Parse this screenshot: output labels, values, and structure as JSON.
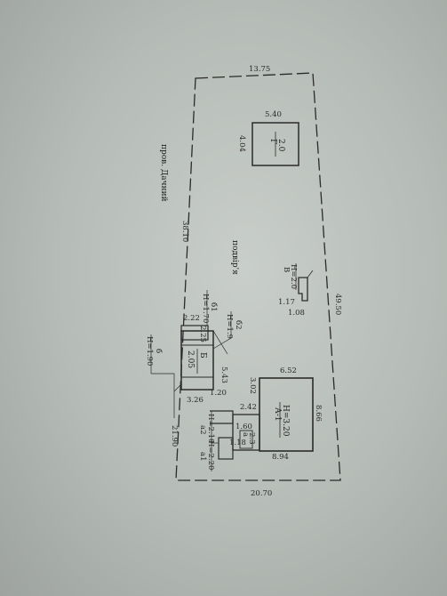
{
  "dimensions": {
    "top": "13.75",
    "right": "49.50",
    "bottom": "20.70",
    "left": "38.10",
    "left_lower": "21.90"
  },
  "labels": {
    "street": "пров. Дачний",
    "yard": "подвір'я"
  },
  "buildings": {
    "g": {
      "letter": "Г",
      "height": "2.0",
      "width": "5.40",
      "depth": "4.04"
    },
    "v": {
      "letter": "В",
      "height": "Н=2.0",
      "d1": "1.17",
      "d2": "1.08"
    },
    "a1": {
      "letter": "А-1",
      "height": "Н=3.20",
      "w1": "6.52",
      "w2": "8.66",
      "w3": "8.94",
      "w4": "3.02"
    },
    "b": {
      "letter": "Б",
      "height": "2.05",
      "d1": "3.26",
      "d2": "1.20",
      "d3": "5.43"
    },
    "a": {
      "letter": "а",
      "height": "2.3",
      "d1": "1.60",
      "d2": "1.18",
      "d3": "2.42"
    }
  },
  "porches": {
    "p6": {
      "code": "б",
      "height": "Н=1.90"
    },
    "p61": {
      "code": "б1",
      "height": "Н=1.70",
      "d1": "2.22",
      "d2": "2.25"
    },
    "p62": {
      "code": "б2",
      "height": "Н=1.9"
    },
    "pa1": {
      "code": "а1",
      "height": "Н=2.20"
    },
    "pa2": {
      "code": "а2",
      "height": "Н=2.10"
    }
  }
}
